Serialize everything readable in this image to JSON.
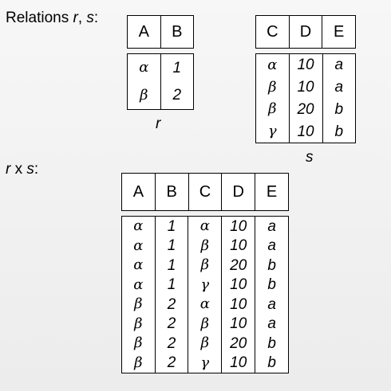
{
  "title_r_s": {
    "prefix": "Relations ",
    "r": "r",
    "sep": ", ",
    "s": "s",
    "suffix": ":"
  },
  "product_label": {
    "r": "r",
    "x": " x ",
    "s": "s",
    "suffix": ":"
  },
  "relation_r": {
    "name": "r",
    "headers": [
      "A",
      "B"
    ],
    "rows": [
      [
        "α",
        "1"
      ],
      [
        "β",
        "2"
      ]
    ]
  },
  "relation_s": {
    "name": "s",
    "headers": [
      "C",
      "D",
      "E"
    ],
    "rows": [
      [
        "α",
        "10",
        "a"
      ],
      [
        "β",
        "10",
        "a"
      ],
      [
        "β",
        "20",
        "b"
      ],
      [
        "γ",
        "10",
        "b"
      ]
    ]
  },
  "product": {
    "headers": [
      "A",
      "B",
      "C",
      "D",
      "E"
    ],
    "rows": [
      [
        "α",
        "1",
        "α",
        "10",
        "a"
      ],
      [
        "α",
        "1",
        "β",
        "10",
        "a"
      ],
      [
        "α",
        "1",
        "β",
        "20",
        "b"
      ],
      [
        "α",
        "1",
        "γ",
        "10",
        "b"
      ],
      [
        "β",
        "2",
        "α",
        "10",
        "a"
      ],
      [
        "β",
        "2",
        "β",
        "10",
        "a"
      ],
      [
        "β",
        "2",
        "β",
        "20",
        "b"
      ],
      [
        "β",
        "2",
        "γ",
        "10",
        "b"
      ]
    ]
  }
}
